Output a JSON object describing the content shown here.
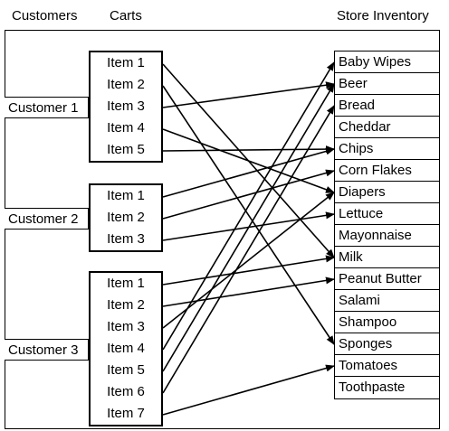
{
  "headers": {
    "customers": "Customers",
    "carts": "Carts",
    "store_inventory": "Store Inventory"
  },
  "customers": [
    {
      "label": "Customer 1",
      "items": [
        "Item 1",
        "Item 2",
        "Item 3",
        "Item 4",
        "Item 5"
      ]
    },
    {
      "label": "Customer 2",
      "items": [
        "Item 1",
        "Item 2",
        "Item 3"
      ]
    },
    {
      "label": "Customer 3",
      "items": [
        "Item 1",
        "Item 2",
        "Item 3",
        "Item 4",
        "Item 5",
        "Item 6",
        "Item 7"
      ]
    }
  ],
  "inventory": [
    "Baby Wipes",
    "Beer",
    "Bread",
    "Cheddar",
    "Chips",
    "Corn Flakes",
    "Diapers",
    "Lettuce",
    "Mayonnaise",
    "Milk",
    "Peanut Butter",
    "Salami",
    "Shampoo",
    "Sponges",
    "Tomatoes",
    "Toothpaste"
  ],
  "links": [
    {
      "customer": 1,
      "item": 1,
      "product": "Milk"
    },
    {
      "customer": 1,
      "item": 2,
      "product": "Sponges"
    },
    {
      "customer": 1,
      "item": 3,
      "product": "Beer"
    },
    {
      "customer": 1,
      "item": 4,
      "product": "Diapers"
    },
    {
      "customer": 1,
      "item": 5,
      "product": "Chips"
    },
    {
      "customer": 2,
      "item": 1,
      "product": "Chips"
    },
    {
      "customer": 2,
      "item": 2,
      "product": "Corn Flakes"
    },
    {
      "customer": 2,
      "item": 3,
      "product": "Lettuce"
    },
    {
      "customer": 3,
      "item": 1,
      "product": "Milk"
    },
    {
      "customer": 3,
      "item": 2,
      "product": "Peanut Butter"
    },
    {
      "customer": 3,
      "item": 3,
      "product": "Diapers"
    },
    {
      "customer": 3,
      "item": 4,
      "product": "Baby Wipes"
    },
    {
      "customer": 3,
      "item": 5,
      "product": "Beer"
    },
    {
      "customer": 3,
      "item": 6,
      "product": "Bread"
    },
    {
      "customer": 3,
      "item": 7,
      "product": "Tomatoes"
    }
  ]
}
